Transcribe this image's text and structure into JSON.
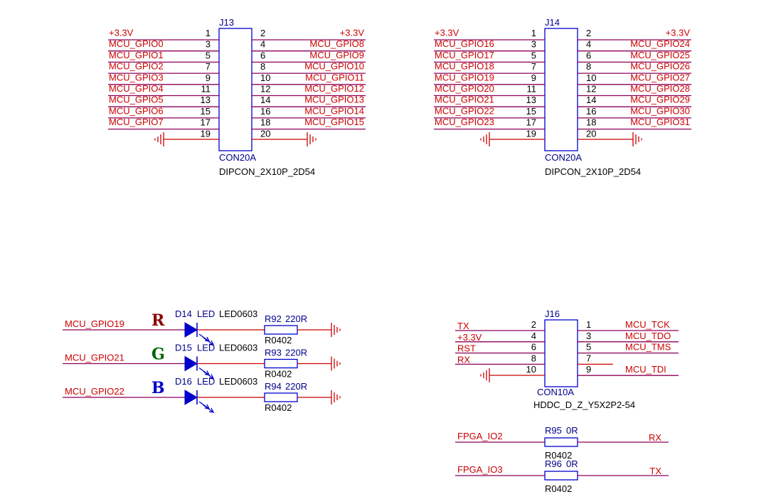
{
  "j13": {
    "refdes": "J13",
    "value": "CON20A",
    "footprint": "DIPCON_2X10P_2D54",
    "pins_left": [
      "1",
      "3",
      "5",
      "7",
      "9",
      "11",
      "13",
      "15",
      "17",
      "19"
    ],
    "pins_right": [
      "2",
      "4",
      "6",
      "8",
      "10",
      "12",
      "14",
      "16",
      "18",
      "20"
    ],
    "nets_left": [
      "+3.3V",
      "MCU_GPIO0",
      "MCU_GPIO1",
      "MCU_GPIO2",
      "MCU_GPIO3",
      "MCU_GPIO4",
      "MCU_GPIO5",
      "MCU_GPIO6",
      "MCU_GPIO7"
    ],
    "nets_right": [
      "+3.3V",
      "MCU_GPIO8",
      "MCU_GPIO9",
      "MCU_GPIO10",
      "MCU_GPIO11",
      "MCU_GPIO12",
      "MCU_GPIO13",
      "MCU_GPIO14",
      "MCU_GPIO15"
    ]
  },
  "j14": {
    "refdes": "J14",
    "value": "CON20A",
    "footprint": "DIPCON_2X10P_2D54",
    "pins_left": [
      "1",
      "3",
      "5",
      "7",
      "9",
      "11",
      "13",
      "15",
      "17",
      "19"
    ],
    "pins_right": [
      "2",
      "4",
      "6",
      "8",
      "10",
      "12",
      "14",
      "16",
      "18",
      "20"
    ],
    "nets_left": [
      "+3.3V",
      "MCU_GPIO16",
      "MCU_GPIO17",
      "MCU_GPIO18",
      "MCU_GPIO19",
      "MCU_GPIO20",
      "MCU_GPIO21",
      "MCU_GPIO22",
      "MCU_GPIO23"
    ],
    "nets_right": [
      "+3.3V",
      "MCU_GPIO24",
      "MCU_GPIO25",
      "MCU_GPIO26",
      "MCU_GPIO27",
      "MCU_GPIO28",
      "MCU_GPIO29",
      "MCU_GPIO30",
      "MCU_GPIO31"
    ]
  },
  "leds": [
    {
      "net": "MCU_GPIO19",
      "letter": "R",
      "color": "#8b0000",
      "diode": "D14",
      "type": "LED",
      "package": "LED0603",
      "resistor": "R92",
      "value": "220R",
      "footprint": "R0402"
    },
    {
      "net": "MCU_GPIO21",
      "letter": "G",
      "color": "#006400",
      "diode": "D15",
      "type": "LED",
      "package": "LED0603",
      "resistor": "R93",
      "value": "220R",
      "footprint": "R0402"
    },
    {
      "net": "MCU_GPIO22",
      "letter": "B",
      "color": "#0000cd",
      "diode": "D16",
      "type": "LED",
      "package": "LED0603",
      "resistor": "R94",
      "value": "220R",
      "footprint": "R0402"
    }
  ],
  "j16": {
    "refdes": "J16",
    "value": "CON10A",
    "footprint": "HDDC_D_Z_Y5X2P2-54",
    "pins_left": [
      "2",
      "4",
      "6",
      "8",
      "10"
    ],
    "pins_right": [
      "1",
      "3",
      "5",
      "7",
      "9"
    ],
    "nets_left": [
      "TX",
      "+3.3V",
      "RST",
      "RX"
    ],
    "nets_right": [
      "MCU_TCK",
      "MCU_TDO",
      "MCU_TMS",
      "",
      "MCU_TDI"
    ]
  },
  "links": [
    {
      "from": "FPGA_IO2",
      "to": "RX",
      "resistor": "R95",
      "value": "0R",
      "footprint": "R0402"
    },
    {
      "from": "FPGA_IO3",
      "to": "TX",
      "resistor": "R96",
      "value": "0R",
      "footprint": "R0402"
    }
  ],
  "colors": {
    "wire": "#cc0000",
    "bus": "#8b0057",
    "component": "#0000cc",
    "refdes": "#00008b"
  }
}
